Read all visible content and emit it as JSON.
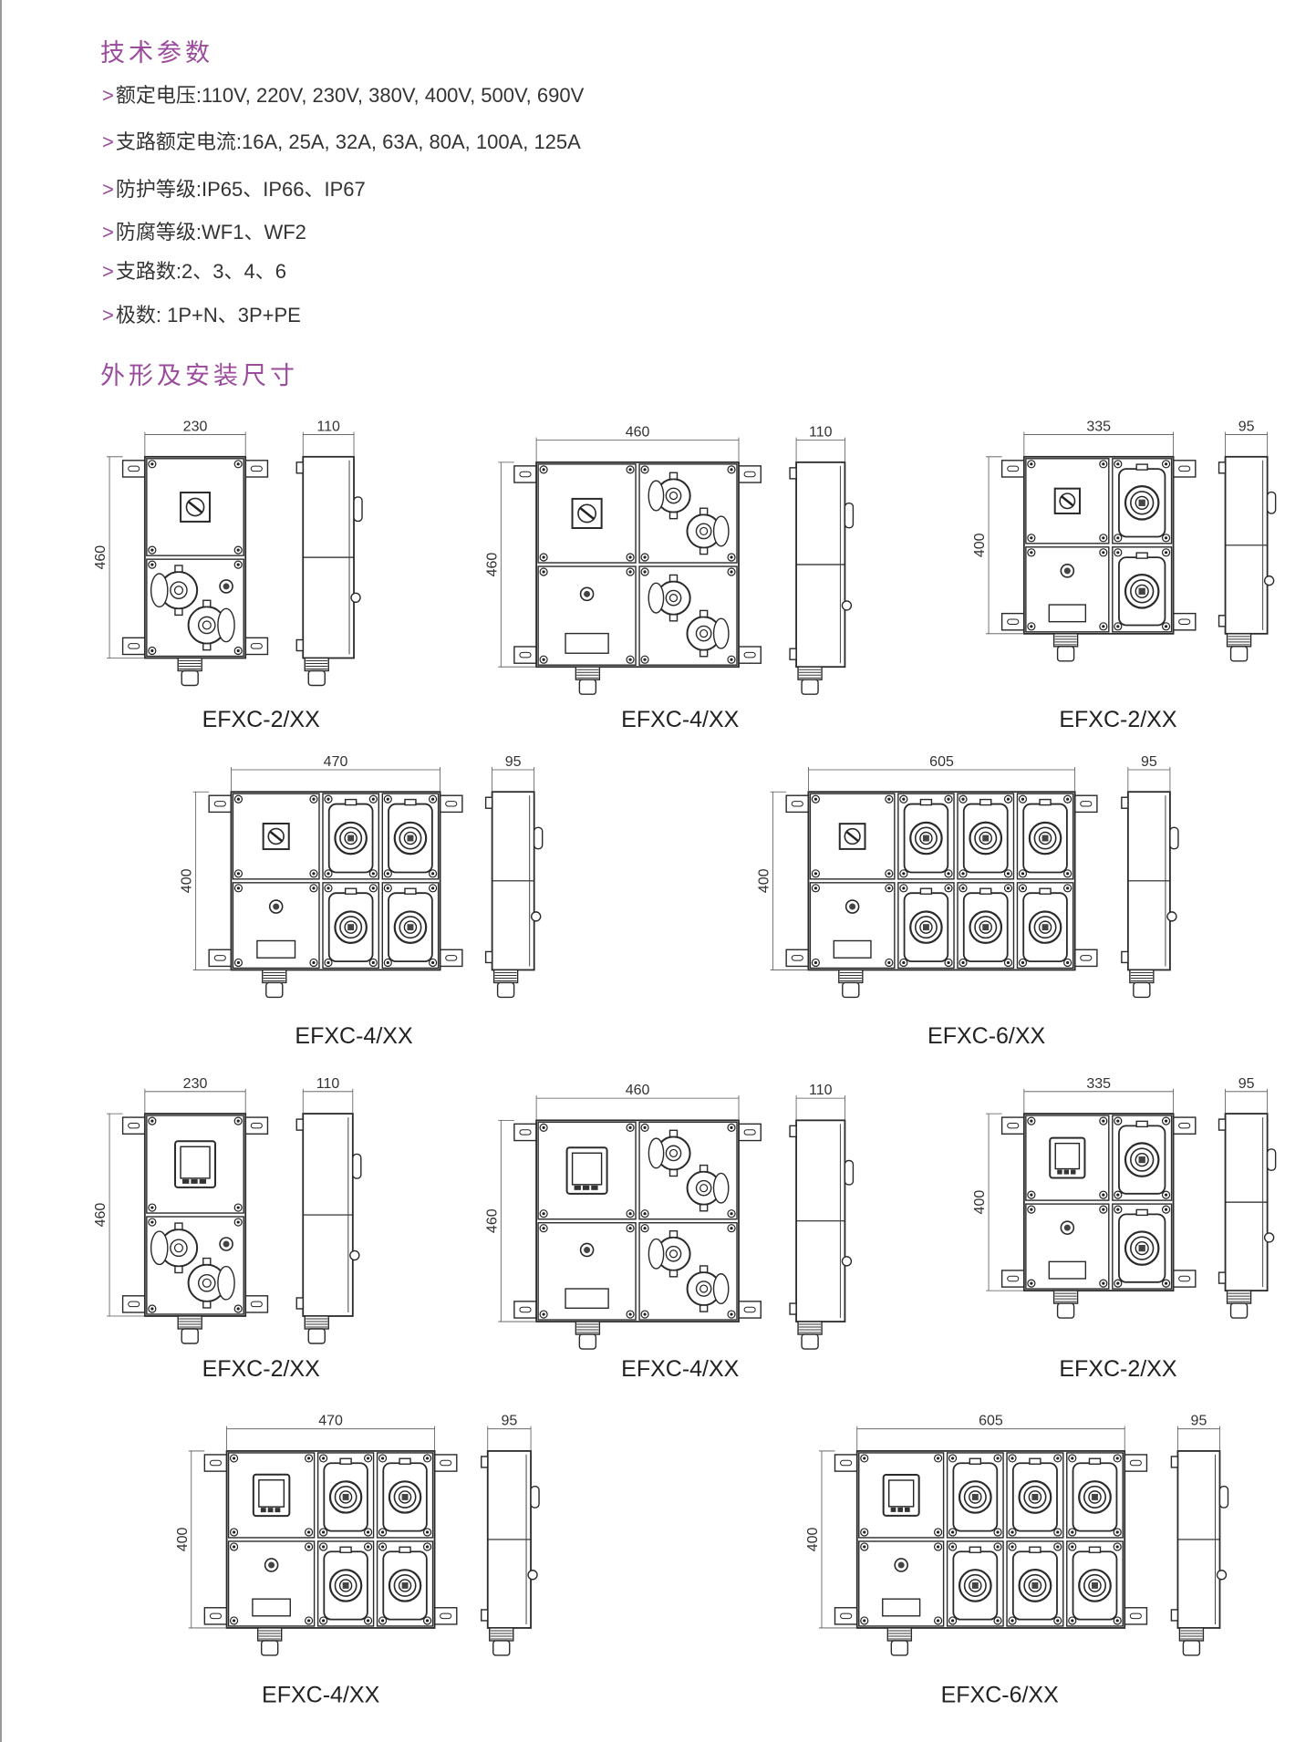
{
  "headings": {
    "tech_params": "技术参数",
    "dimensions": "外形及安装尺寸"
  },
  "bullet": ">",
  "specs": [
    {
      "label": "额定电压",
      "sep": ":",
      "value": "110V, 220V, 230V, 380V, 400V, 500V, 690V"
    },
    {
      "label": "支路额定电流",
      "sep": ":",
      "value": "16A, 25A, 32A, 63A, 80A, 100A, 125A"
    },
    {
      "label": "防护等级",
      "sep": ":",
      "value": "IP65、IP66、IP67"
    },
    {
      "label": "防腐等级",
      "sep": ":",
      "value": "WF1、WF2"
    },
    {
      "label": "支路数",
      "sep": ":",
      "value": "2、3、4、6"
    },
    {
      "label": "极数",
      "sep": ": ",
      "value": "1P+N、3P+PE"
    }
  ],
  "figures": [
    {
      "model": "EFXC-2/XX",
      "width": "230",
      "height": "460",
      "depth": "110",
      "panels": [
        "switch",
        "round-sockets-indicator"
      ]
    },
    {
      "model": "EFXC-4/XX",
      "width": "460",
      "height": "460",
      "depth": "110",
      "panels": [
        "switch",
        "round-sockets",
        "indicator-plate",
        "round-sockets"
      ]
    },
    {
      "model": "EFXC-2/XX",
      "width": "335",
      "height": "400",
      "depth": "95",
      "panels": [
        "switch",
        "square-socket",
        "indicator-plate",
        "square-socket"
      ]
    },
    {
      "model": "EFXC-4/XX",
      "width": "470",
      "height": "400",
      "depth": "95",
      "panels": [
        "switch",
        "square-socket",
        "square-socket",
        "indicator-plate",
        "square-socket",
        "square-socket"
      ]
    },
    {
      "model": "EFXC-6/XX",
      "width": "605",
      "height": "400",
      "depth": "95",
      "panels": [
        "switch",
        "square-socket",
        "square-socket",
        "square-socket",
        "indicator-plate",
        "square-socket",
        "square-socket",
        "square-socket"
      ]
    },
    {
      "model": "EFXC-2/XX",
      "width": "230",
      "height": "460",
      "depth": "110",
      "panels": [
        "breaker",
        "round-sockets-indicator"
      ]
    },
    {
      "model": "EFXC-4/XX",
      "width": "460",
      "height": "460",
      "depth": "110",
      "panels": [
        "breaker",
        "round-sockets",
        "indicator-plate",
        "round-sockets"
      ]
    },
    {
      "model": "EFXC-2/XX",
      "width": "335",
      "height": "400",
      "depth": "95",
      "panels": [
        "breaker",
        "square-socket",
        "indicator-plate",
        "square-socket"
      ]
    },
    {
      "model": "EFXC-4/XX",
      "width": "470",
      "height": "400",
      "depth": "95",
      "panels": [
        "breaker",
        "square-socket",
        "square-socket",
        "indicator-plate",
        "square-socket",
        "square-socket"
      ]
    },
    {
      "model": "EFXC-6/XX",
      "width": "605",
      "height": "400",
      "depth": "95",
      "panels": [
        "breaker",
        "square-socket",
        "square-socket",
        "square-socket",
        "indicator-plate",
        "square-socket",
        "square-socket",
        "square-socket"
      ]
    }
  ]
}
